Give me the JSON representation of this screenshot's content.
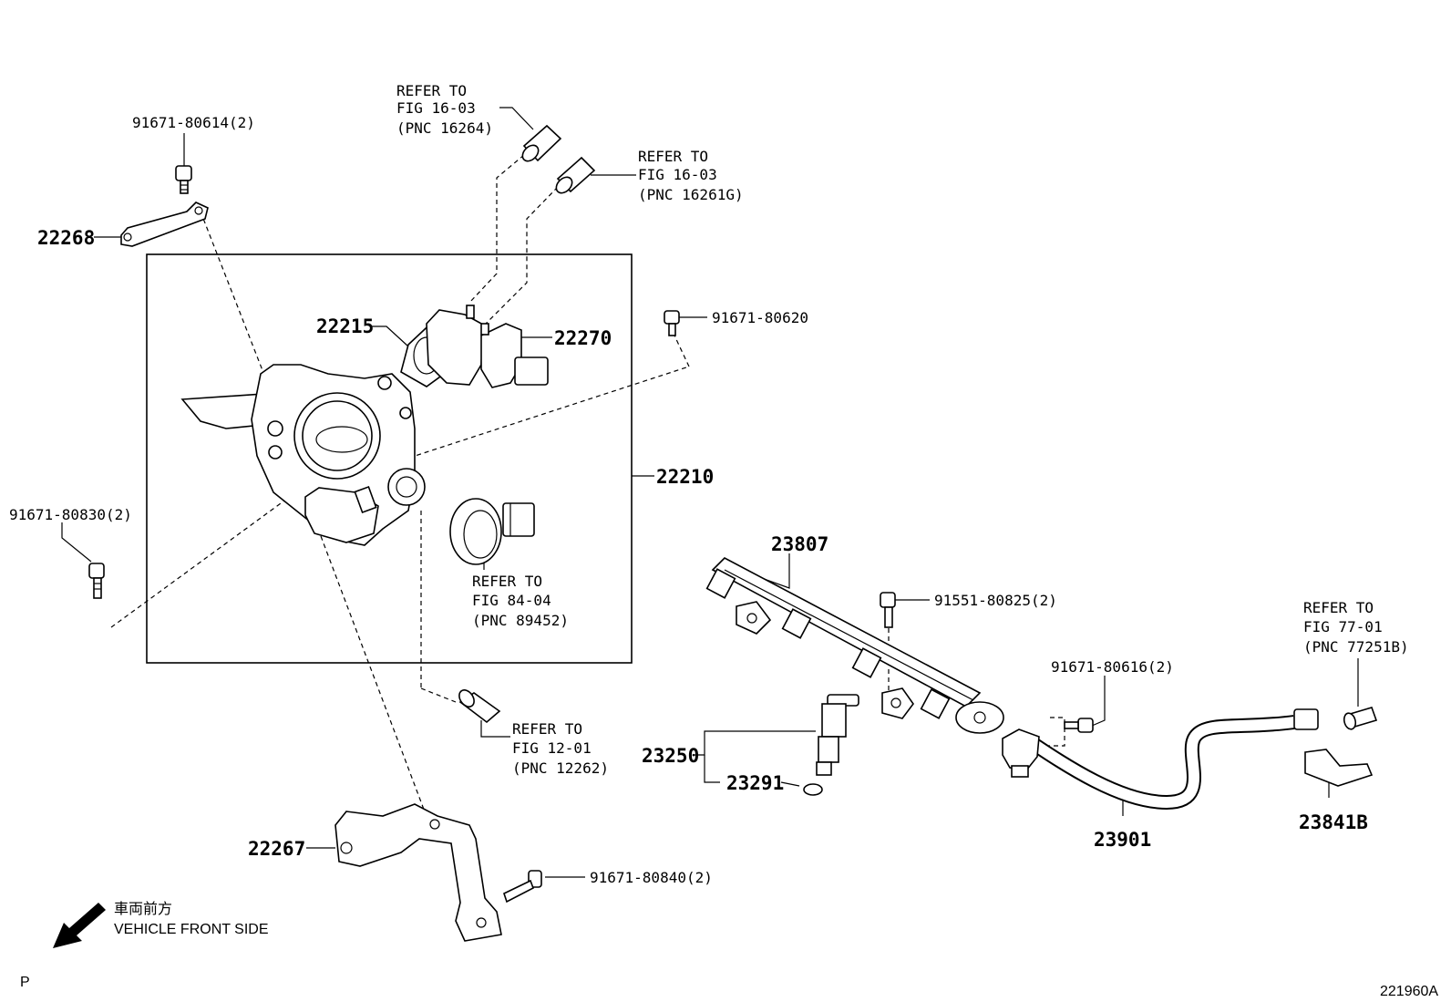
{
  "callouts": {
    "p_91671_80614": "91671-80614(2)",
    "p_22268": "22268",
    "p_22215": "22215",
    "p_22270": "22270",
    "p_91671_80620": "91671-80620",
    "p_22210": "22210",
    "p_91671_80830": "91671-80830(2)",
    "p_23807": "23807",
    "p_91551_80825": "91551-80825(2)",
    "p_91671_80616": "91671-80616(2)",
    "p_23250": "23250",
    "p_23291": "23291",
    "p_23901": "23901",
    "p_23841B": "23841B",
    "p_22267": "22267",
    "p_91671_80840": "91671-80840(2)"
  },
  "references": {
    "ref_16264": [
      "REFER TO",
      "FIG 16-03",
      "(PNC 16264)"
    ],
    "ref_16261G": [
      "REFER TO",
      "FIG 16-03",
      "(PNC 16261G)"
    ],
    "ref_89452": [
      "REFER TO",
      "FIG 84-04",
      "(PNC 89452)"
    ],
    "ref_12262": [
      "REFER TO",
      "FIG 12-01",
      "(PNC 12262)"
    ],
    "ref_77251B": [
      "REFER TO",
      "FIG 77-01",
      "(PNC 77251B)"
    ]
  },
  "direction": {
    "japanese": "車両前方",
    "english": "VEHICLE FRONT SIDE"
  },
  "corner_mark": "P",
  "figure_code": "221960A"
}
